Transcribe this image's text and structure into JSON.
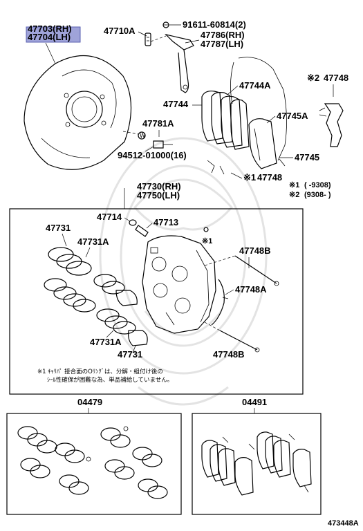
{
  "labels": {
    "p47703": "47703(RH)",
    "p47704": "47704(LH)",
    "p47710a": "47710A",
    "p91611": "91611-60814(2)",
    "p47786": "47786(RH)",
    "p47787": "47787(LH)",
    "p47748_top": "47748",
    "mark2_top": "※2",
    "p47744a": "47744A",
    "p47744": "47744",
    "p47745a": "47745A",
    "p47781a": "47781A",
    "p94512": "94512-01000(16)",
    "p47745": "47745",
    "mark1_mid": "※1",
    "p47748_mid": "47748",
    "p47730": "47730(RH)",
    "p47750": "47750(LH)",
    "p47714": "47714",
    "p47713": "47713",
    "mark1_box": "※1",
    "p47731_a": "47731",
    "p47731a_a": "47731A",
    "p47748b_a": "47748B",
    "p47748a": "47748A",
    "p47731a_b": "47731A",
    "p47731_b": "47731",
    "p47748b_b": "47748B",
    "p04479": "04479",
    "p04491": "04491",
    "image_code": "473448A"
  },
  "notes": {
    "note1_mark": "※1",
    "note1_range": "(     -9308)",
    "note2_mark": "※2",
    "note2_range": "(9308-     )",
    "footnote_line1": "※1 ｷｬﾘﾊﾟ 接合面のOﾘﾝｸﾞは、分解・組付け後の",
    "footnote_line2": "ｼｰﾙ性確保が困難な為、単品補給していません。"
  }
}
